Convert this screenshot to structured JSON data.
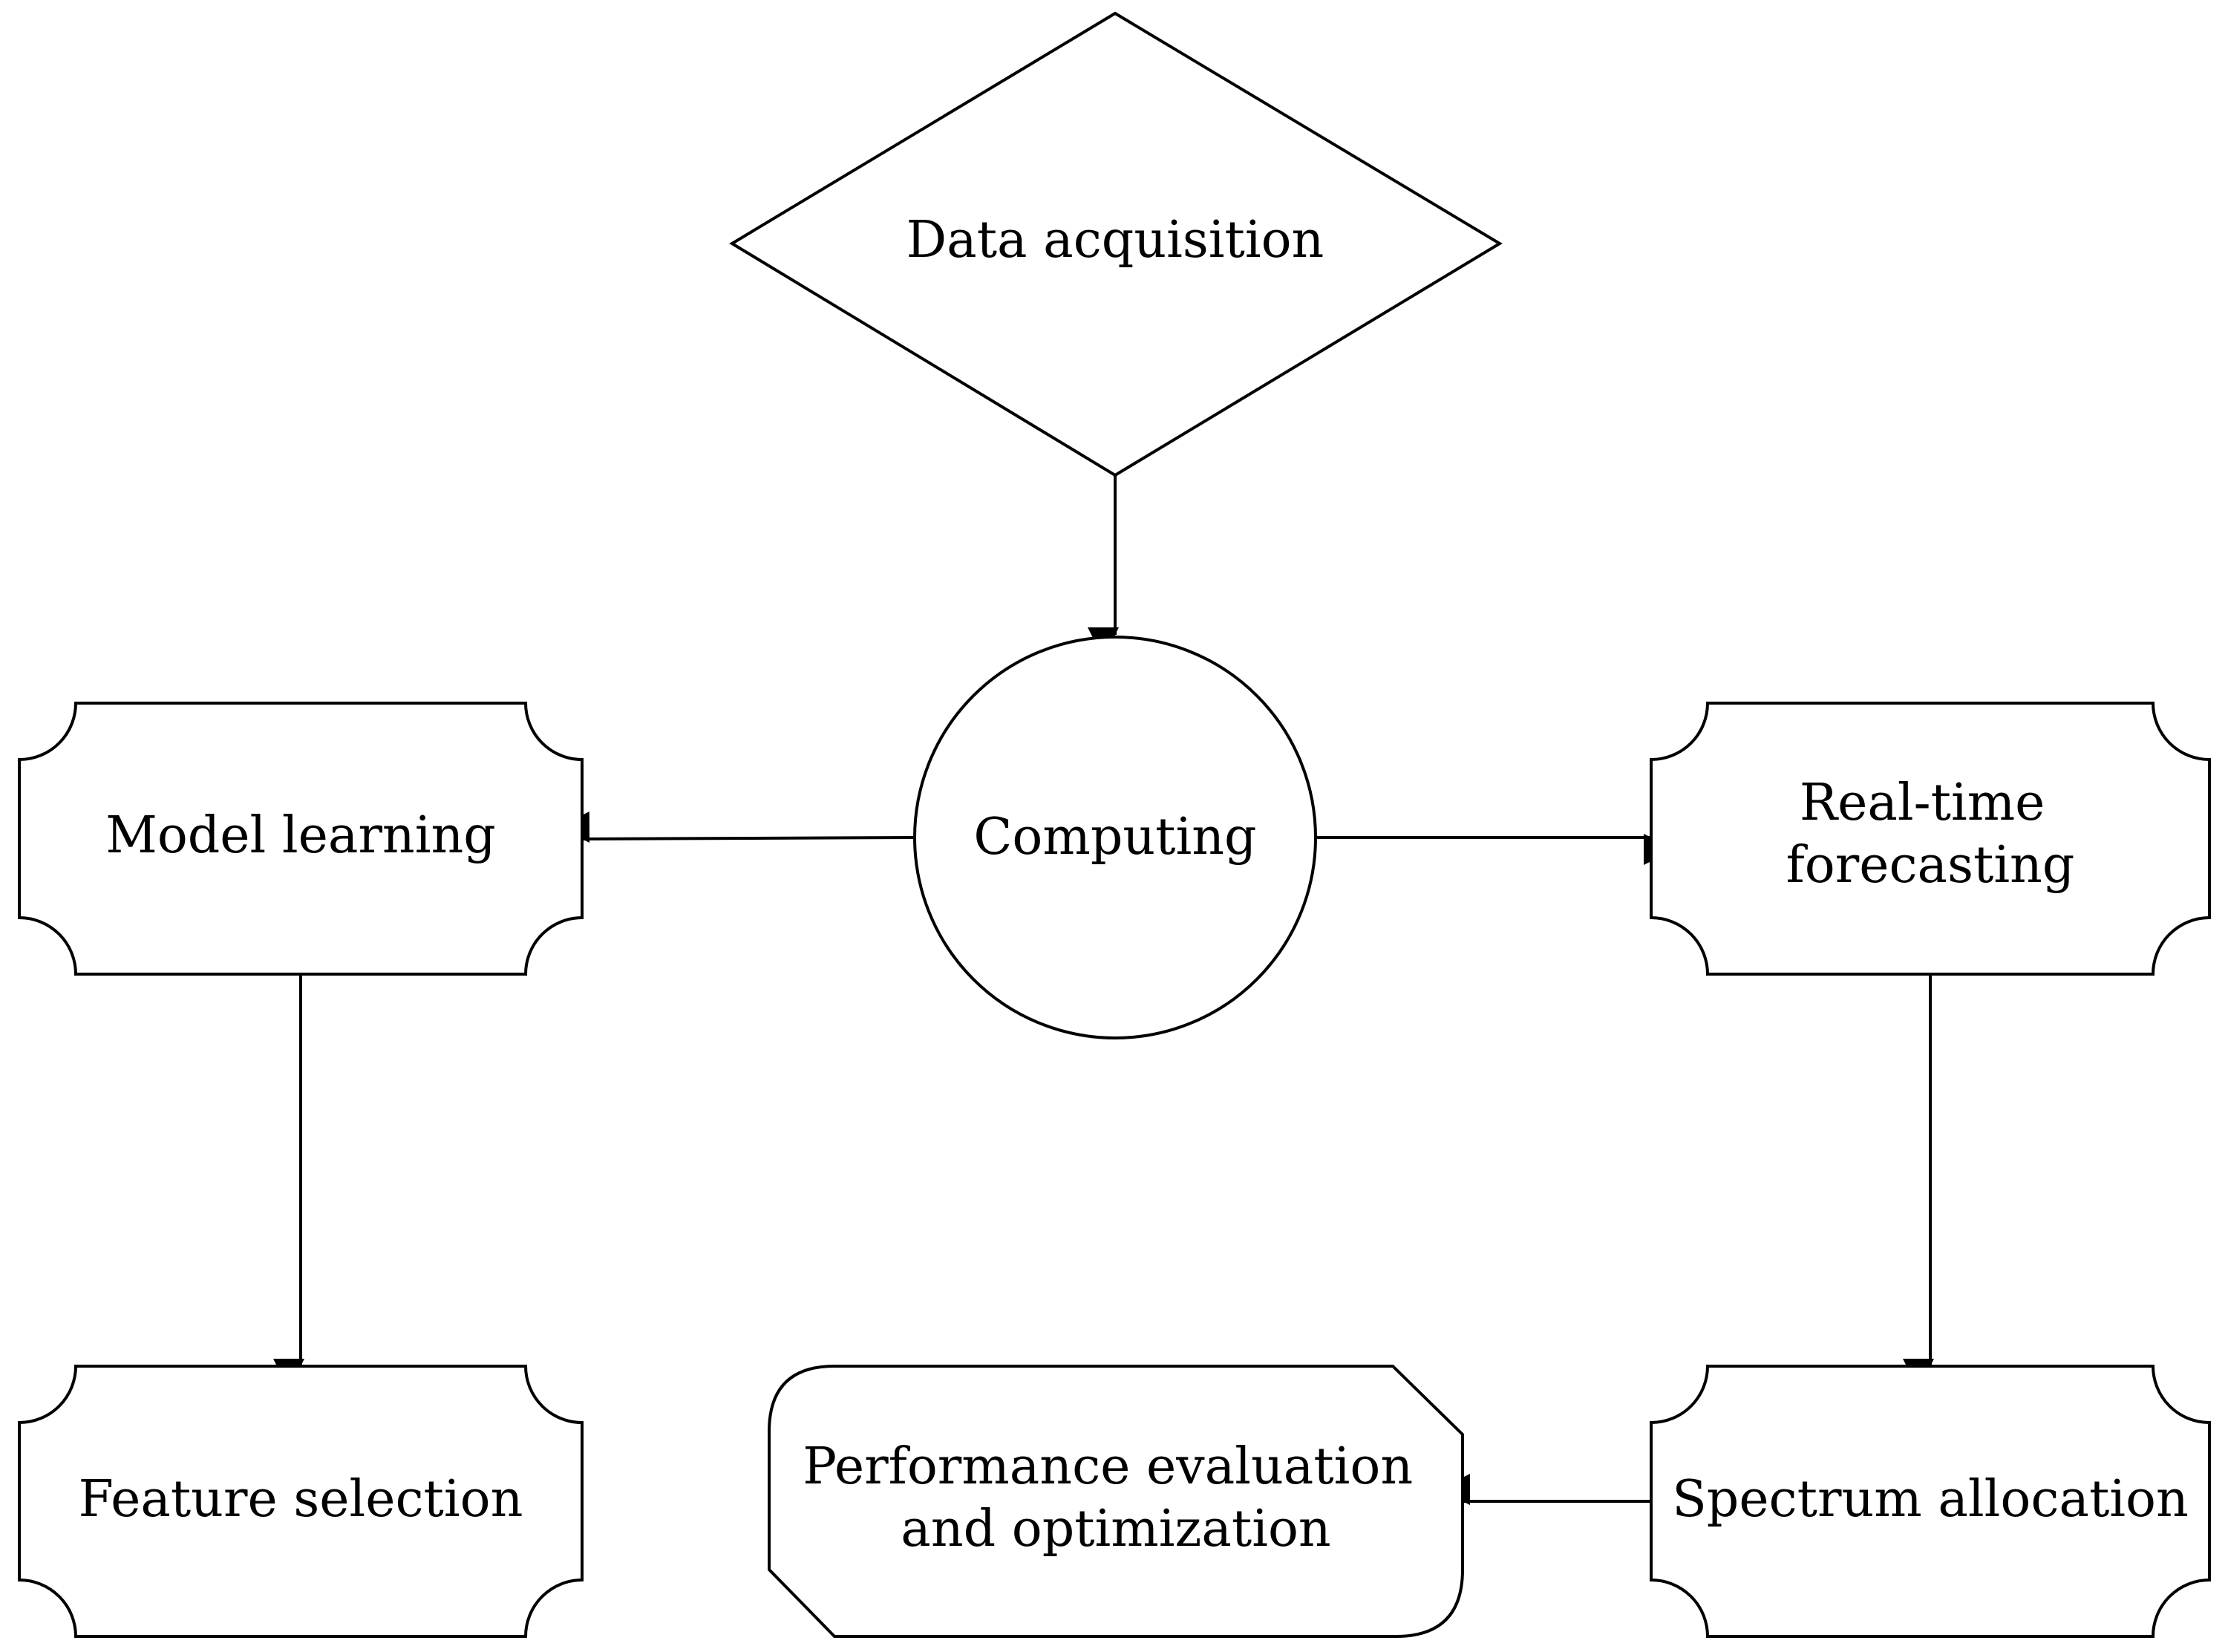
{
  "diagram": {
    "type": "flowchart",
    "nodes": {
      "data_acquisition": {
        "shape": "diamond",
        "lines": [
          "Data acquisition"
        ]
      },
      "computing": {
        "shape": "circle",
        "lines": [
          "Computing"
        ]
      },
      "model_learning": {
        "shape": "card",
        "lines": [
          "Model learning"
        ]
      },
      "real_time_forecasting": {
        "shape": "card",
        "lines": [
          "Real-time",
          "forecasting"
        ]
      },
      "feature_selection": {
        "shape": "card",
        "lines": [
          "Feature selection"
        ]
      },
      "spectrum_allocation": {
        "shape": "card",
        "lines": [
          "Spectrum allocation"
        ]
      },
      "performance_evaluation": {
        "shape": "terminator",
        "lines": [
          "Performance evaluation",
          "and optimization"
        ]
      }
    },
    "edges": [
      {
        "from": "data_acquisition",
        "to": "computing"
      },
      {
        "from": "computing",
        "to": "model_learning"
      },
      {
        "from": "computing",
        "to": "real_time_forecasting"
      },
      {
        "from": "model_learning",
        "to": "feature_selection"
      },
      {
        "from": "real_time_forecasting",
        "to": "spectrum_allocation"
      },
      {
        "from": "spectrum_allocation",
        "to": "performance_evaluation"
      }
    ],
    "colors": {
      "stroke": "#000000",
      "fill": "#ffffff",
      "text": "#000000"
    }
  }
}
